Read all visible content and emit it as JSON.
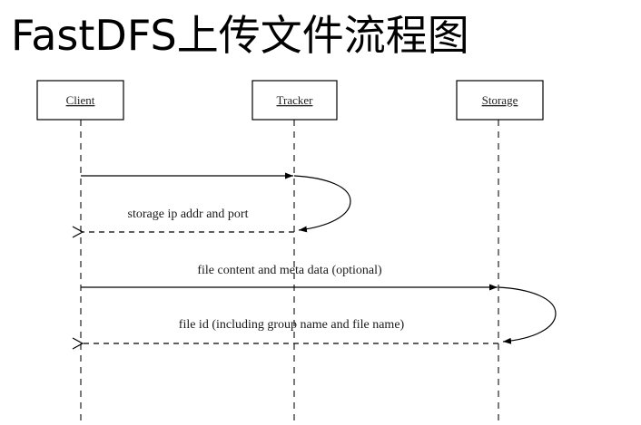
{
  "title": "FastDFS上传文件流程图",
  "participants": {
    "client": "Client",
    "tracker": "Tracker",
    "storage": "Storage"
  },
  "messages": {
    "client_to_tracker": "",
    "tracker_reply": "storage ip addr and port",
    "client_to_storage": "file content and meta data (optional)",
    "storage_reply": "file id (including group name and file name)"
  }
}
